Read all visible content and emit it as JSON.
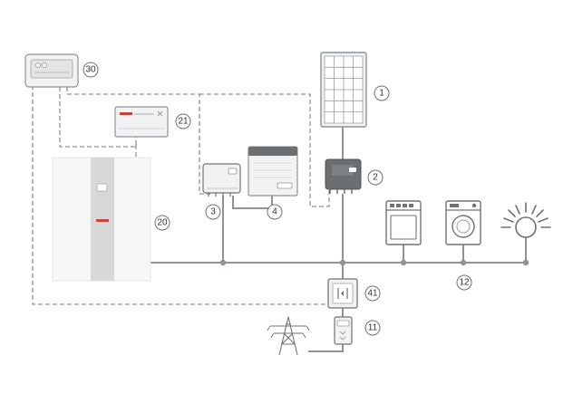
{
  "callouts": {
    "c1": "1",
    "c2": "2",
    "c3": "3",
    "c4": "4",
    "c11": "11",
    "c12": "12",
    "c20": "20",
    "c21": "21",
    "c30": "30",
    "c41": "41"
  },
  "colors": {
    "line": "#8f9396",
    "brand_red": "#c8443a",
    "device_light": "#f1f2f3",
    "device_grey": "#d4d6d8",
    "device_dark": "#6b6f72"
  },
  "icons": [
    "gateway-icon",
    "solar-panel-icon",
    "inverter-icon",
    "battery-icon",
    "controller-icon",
    "heat-pump-icon",
    "dishwasher-icon",
    "washing-machine-icon",
    "lamp-icon",
    "meter-icon",
    "grid-pylon-icon"
  ]
}
